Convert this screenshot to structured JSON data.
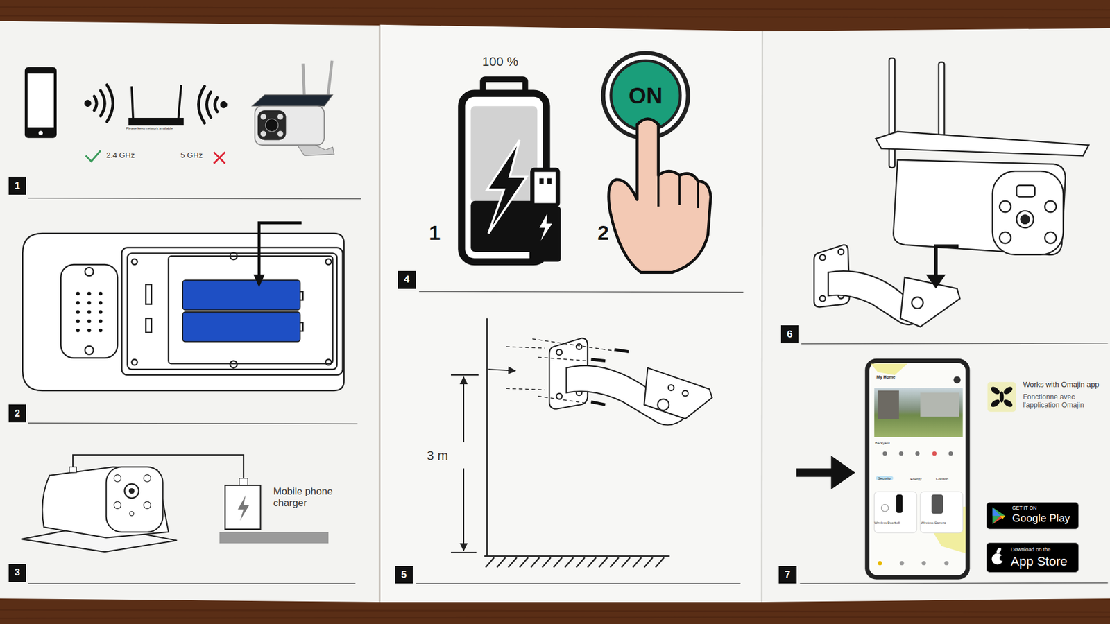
{
  "diagram": {
    "nodes": [
      {
        "text": [
          "1"
        ]
      },
      {
        "text": [
          "2"
        ]
      },
      {
        "text": [
          "3"
        ]
      },
      {
        "text": [
          "ON"
        ]
      },
      {
        "text": [
          "4"
        ]
      },
      {
        "text": [
          "5"
        ]
      },
      {
        "text": [
          "6"
        ]
      },
      {
        "text": [
          "My Home",
          "Backyard",
          "Security",
          "Energy",
          "Comfort",
          "Wireless Doorbell",
          "Wireless Camera"
        ]
      },
      {
        "text": [
          "GET IT ON",
          "Google Play"
        ]
      },
      {
        "text": [
          "Download on the",
          "App Store"
        ]
      },
      {
        "text": [
          "7"
        ]
      }
    ],
    "labels": [
      "2.4 GHz",
      "5 GHz",
      "Please keep network available",
      "Mobile phone charger",
      "100 %",
      "1",
      "2",
      "3 m",
      "Works with Omajin app",
      "Fonctionne avec l'application Omajin"
    ]
  }
}
